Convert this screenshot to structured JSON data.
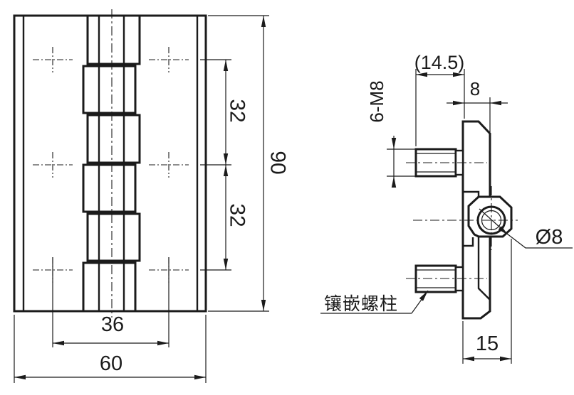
{
  "drawing": {
    "type": "technical-drawing",
    "subject": "panel hinge with embedded studs",
    "background_color": "#ffffff",
    "line_color": "#1b1b1b",
    "front_view": {
      "dim_total_height": "90",
      "dim_hole_pitch_upper": "32",
      "dim_hole_pitch_lower": "32",
      "dim_hole_span": "36",
      "dim_total_width": "60"
    },
    "side_view": {
      "dim_stud_protrusion": "(14.5)",
      "dim_leaf_top_width": "8",
      "dim_stud_thread": "6-M8",
      "dim_pin_hole_diameter": "Ø8",
      "dim_bottom_width": "15",
      "stud_label": "镶嵌螺柱"
    }
  }
}
